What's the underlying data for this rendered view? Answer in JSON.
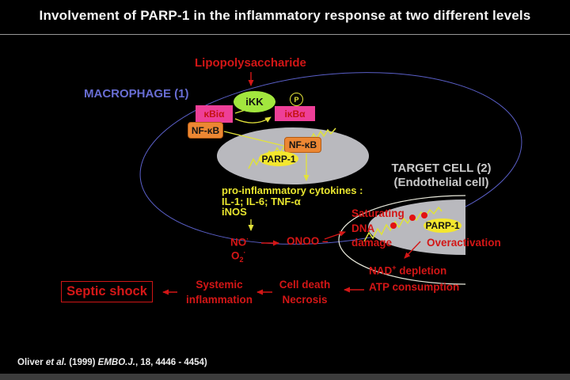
{
  "title": "Involvement of PARP-1 in the inflammatory response at two different levels",
  "macrophage": {
    "label": "MACROPHAGE (1)",
    "lipopolysaccharide": "Lipopolysaccharide",
    "ikk": "iKK",
    "phospho": "P",
    "kbia_box": "κBiα",
    "ikba_box": "iκBα",
    "nfkb_cytoplasm": "NF-κB",
    "nfkb_nucleus": "NF-κB",
    "parp1": "PARP-1",
    "cytokines": {
      "line1": "pro-inflammatory cytokines :",
      "line2": "IL-1; IL-6; TNF-α",
      "line3": "iNOS"
    }
  },
  "mediators": {
    "no_base": "NO",
    "no_radical": "·",
    "o2_base": "O",
    "o2_sub": "2",
    "o2_radical": "·",
    "onoo": "ONOO –"
  },
  "target_cell": {
    "label_line1": "TARGET CELL (2)",
    "label_line2": "(Endothelial cell)",
    "damage_line1": "Saturating",
    "damage_line2": "DNA",
    "damage_line3": "damage",
    "parp1": "PARP-1",
    "overactivation": "Overactivation",
    "nad_base": "NAD",
    "nad_sup": "+",
    "nad_rest": " depletion",
    "atp": "ATP consumption"
  },
  "outcomes": {
    "septic_shock": "Septic shock",
    "systemic_line1": "Systemic",
    "systemic_line2": "inflammation",
    "cell_death_line1": "Cell death",
    "cell_death_line2": "Necrosis"
  },
  "citation": {
    "prefix": "Oliver ",
    "etal": "et al.",
    "middle": " (1999) ",
    "journal": "EMBO.J.",
    "suffix": ", 18, 4446 - 4454)"
  },
  "colors": {
    "accent_red": "#d31616",
    "accent_yellow": "#e8e52f",
    "magenta_box": "#ee3f98",
    "orange_box": "#ec8733",
    "green_ikk": "#a2e63e",
    "parp_yellow": "#f4e72e",
    "macrophage_outline": "#5a5fc8",
    "macrophage_label": "#686dd3",
    "nucleus_gray": "#b9b9be",
    "target_cell_text": "#c9c9c9"
  }
}
